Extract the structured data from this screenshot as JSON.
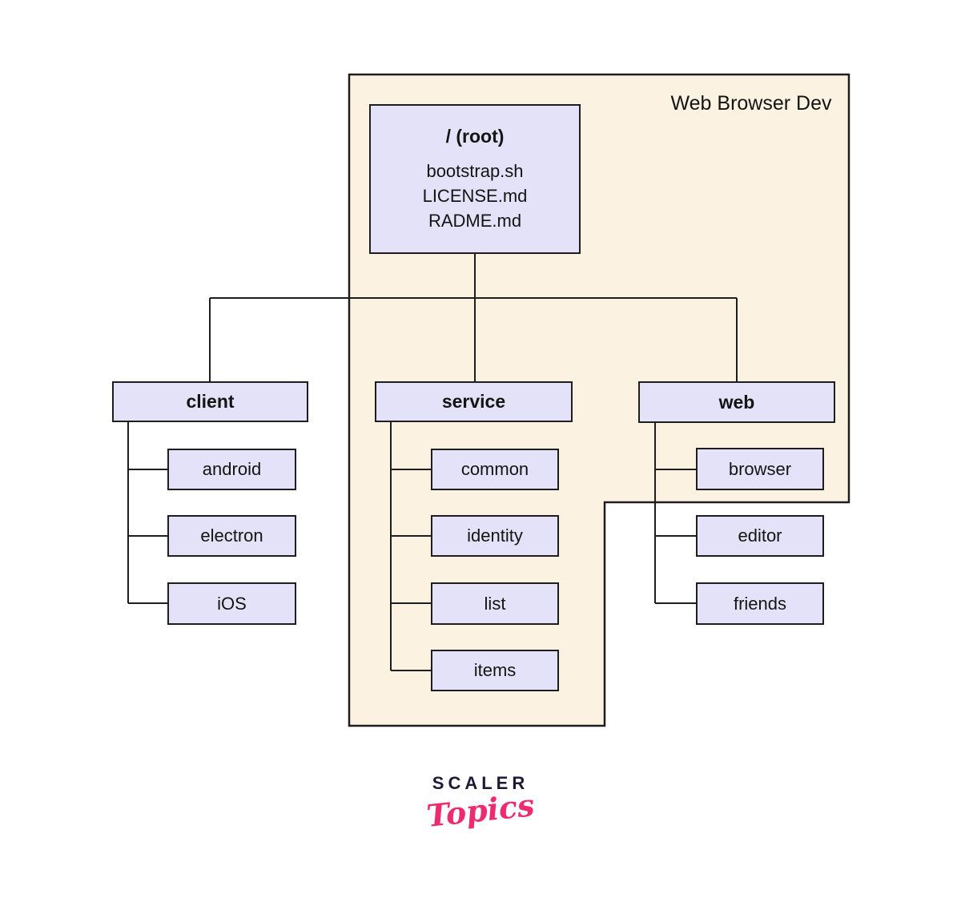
{
  "diagram": {
    "container_label": "Web Browser Dev",
    "root": {
      "title": "/ (root)",
      "files": [
        "bootstrap.sh",
        "LICENSE.md",
        "RADME.md"
      ]
    },
    "folders": [
      {
        "name": "client",
        "children": [
          "android",
          "electron",
          "iOS"
        ]
      },
      {
        "name": "service",
        "children": [
          "common",
          "identity",
          "list",
          "items"
        ]
      },
      {
        "name": "web",
        "children": [
          "browser",
          "editor",
          "friends"
        ]
      }
    ]
  },
  "branding": {
    "wordmark": "SCALER",
    "sub_wordmark": "Topics"
  },
  "colors": {
    "container_fill": "#FCF2E1",
    "node_fill": "#E4E2F8",
    "line": "#1E1E1E",
    "text": "#141414",
    "brand_navy": "#1B1B36",
    "brand_pink": "#ED2B6E"
  }
}
